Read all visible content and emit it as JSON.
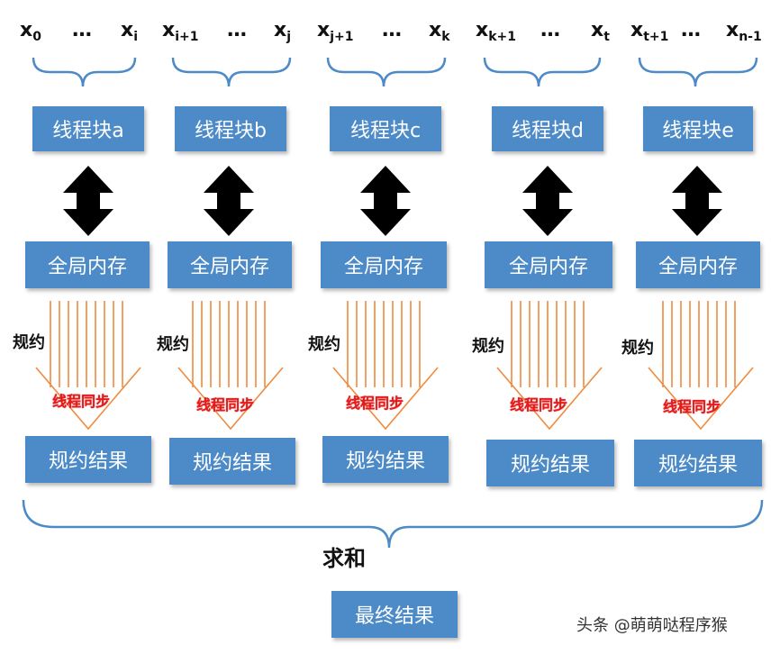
{
  "columns": [
    {
      "x_start": "x",
      "x_start_sub": "0",
      "x_end": "x",
      "x_end_sub": "i",
      "thread_block": "线程块a",
      "global_memory": "全局内存",
      "reduce": "规约",
      "sync": "线程同步",
      "result": "规约结果"
    },
    {
      "x_start": "x",
      "x_start_sub": "i+1",
      "x_end": "x",
      "x_end_sub": "j",
      "thread_block": "线程块b",
      "global_memory": "全局内存",
      "reduce": "规约",
      "sync": "线程同步",
      "result": "规约结果"
    },
    {
      "x_start": "x",
      "x_start_sub": "j+1",
      "x_end": "x",
      "x_end_sub": "k",
      "thread_block": "线程块c",
      "global_memory": "全局内存",
      "reduce": "规约",
      "sync": "线程同步",
      "result": "规约结果"
    },
    {
      "x_start": "x",
      "x_start_sub": "k+1",
      "x_end": "x",
      "x_end_sub": "t",
      "thread_block": "线程块d",
      "global_memory": "全局内存",
      "reduce": "规约",
      "sync": "线程同步",
      "result": "规约结果"
    },
    {
      "x_start": "x",
      "x_start_sub": "t+1",
      "x_end": "x",
      "x_end_sub": "n-1",
      "thread_block": "线程块e",
      "global_memory": "全局内存",
      "reduce": "规约",
      "sync": "线程同步",
      "result": "规约结果"
    }
  ],
  "ellipsis": "…",
  "sum_label": "求和",
  "final_result": "最终结果",
  "watermark": "头条 @萌萌哒程序猴",
  "colors": {
    "box": "#4d8ac8",
    "brace": "#4d8ac8",
    "ray": "#f08a3c",
    "sync": "#e41b1b",
    "arrow": "#000000"
  }
}
